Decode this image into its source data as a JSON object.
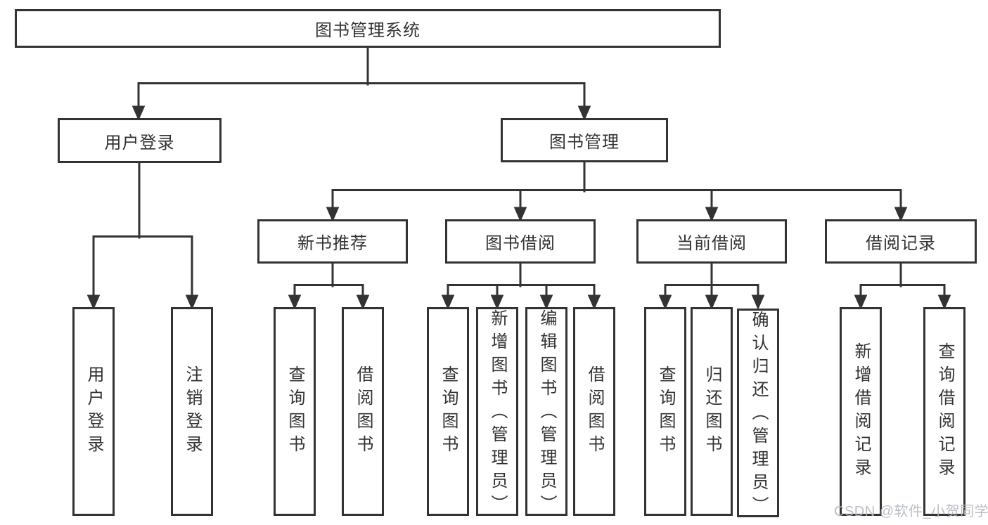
{
  "tree": {
    "root": {
      "label": "图书管理系统"
    },
    "level2": [
      {
        "label": "用户登录"
      },
      {
        "label": "图书管理"
      }
    ],
    "level3": [
      {
        "label": "新书推荐",
        "parent": "图书管理"
      },
      {
        "label": "图书借阅",
        "parent": "图书管理"
      },
      {
        "label": "当前借阅",
        "parent": "图书管理"
      },
      {
        "label": "借阅记录",
        "parent": "图书管理"
      }
    ],
    "leaves": [
      {
        "label": "用户登录",
        "parent": "用户登录"
      },
      {
        "label": "注销登录",
        "parent": "用户登录"
      },
      {
        "label": "查询图书",
        "parent": "新书推荐"
      },
      {
        "label": "借阅图书",
        "parent": "新书推荐"
      },
      {
        "label": "查询图书",
        "parent": "图书借阅"
      },
      {
        "label": "新增图书（管理员）",
        "parent": "图书借阅"
      },
      {
        "label": "编辑图书（管理员）",
        "parent": "图书借阅"
      },
      {
        "label": "借阅图书",
        "parent": "图书借阅"
      },
      {
        "label": "查询图书",
        "parent": "当前借阅"
      },
      {
        "label": "归还图书",
        "parent": "当前借阅"
      },
      {
        "label": "确认归还（管理员）",
        "parent": "当前借阅"
      },
      {
        "label": "新增借阅记录",
        "parent": "借阅记录"
      },
      {
        "label": "查询借阅记录",
        "parent": "借阅记录"
      }
    ]
  },
  "watermark": {
    "text": "CSDN @软件_小贺同学"
  },
  "colors": {
    "line": "#333333",
    "text": "#333333",
    "background": "#ffffff",
    "watermark": "#b4b8c0"
  }
}
